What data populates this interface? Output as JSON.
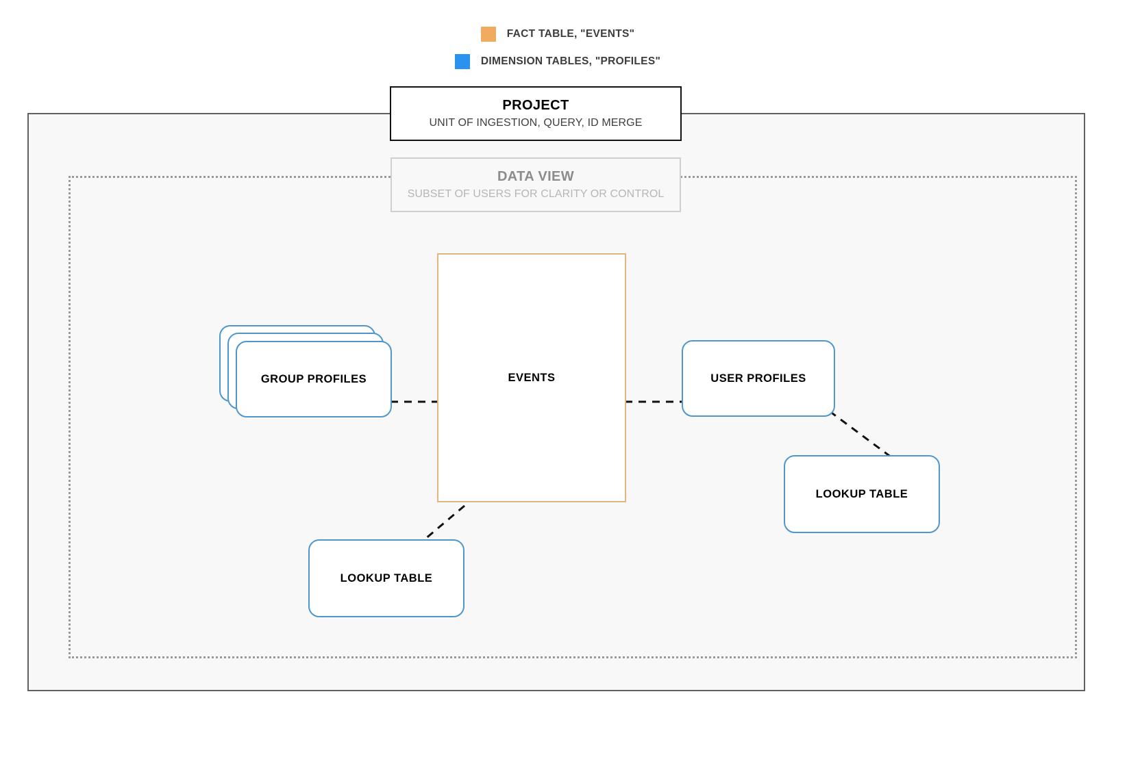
{
  "legend": {
    "items": [
      {
        "label": "FACT TABLE, \"EVENTS\"",
        "color": "#f0ab5f",
        "icon": "square-swatch-orange"
      },
      {
        "label": "DIMENSION TABLES, \"PROFILES\"",
        "color": "#2b92f0",
        "icon": "square-swatch-blue"
      }
    ]
  },
  "project": {
    "title": "PROJECT",
    "subtitle": "UNIT OF INGESTION, QUERY, ID MERGE"
  },
  "data_view": {
    "title": "DATA VIEW",
    "subtitle": "SUBSET OF USERS FOR CLARITY OR CONTROL"
  },
  "entities": {
    "events": {
      "label": "EVENTS",
      "color": "#e2b680"
    },
    "group_profiles": {
      "label": "GROUP PROFILES",
      "color": "#4e96cb"
    },
    "user_profiles": {
      "label": "USER PROFILES",
      "color": "#4e96cb"
    },
    "lookup_table_right": {
      "label": "LOOKUP TABLE",
      "color": "#4e96cb"
    },
    "lookup_table_bottom": {
      "label": "LOOKUP TABLE",
      "color": "#4e96cb"
    }
  },
  "connectors": [
    {
      "name": "group-profiles-to-events",
      "style": "dashed"
    },
    {
      "name": "events-to-user-profiles",
      "style": "dashed"
    },
    {
      "name": "user-profiles-to-lookup-right",
      "style": "dashed"
    },
    {
      "name": "events-to-lookup-bottom",
      "style": "dashed"
    }
  ],
  "colors": {
    "outer_border": "#606060",
    "inner_border": "#9a9a9a",
    "region_fill": "#f8f8f8",
    "connector": "#111111"
  }
}
